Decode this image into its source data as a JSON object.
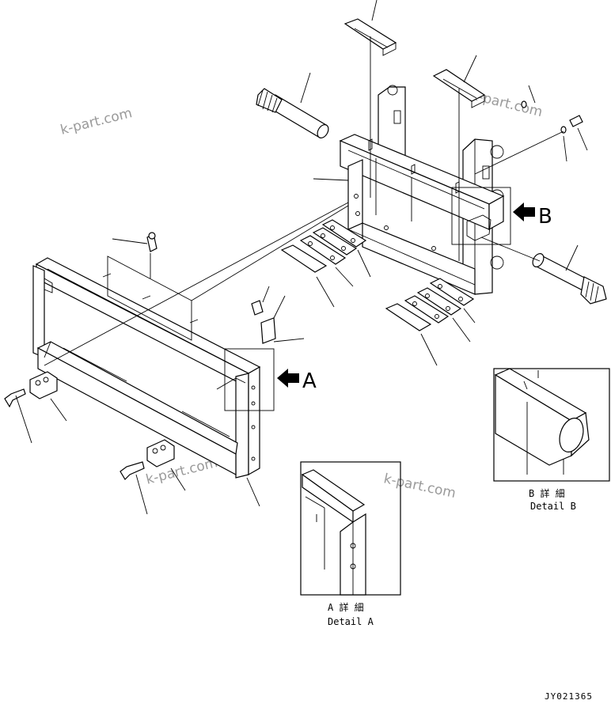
{
  "watermark": "k-part.com",
  "view_a": {
    "arrow_label": "A",
    "caption_jp": "A 詳 細",
    "caption_en": "Detail A"
  },
  "view_b": {
    "arrow_label": "B",
    "caption_jp": "B 詳 細",
    "caption_en": "Detail B"
  },
  "drawing_code": "JY021365"
}
